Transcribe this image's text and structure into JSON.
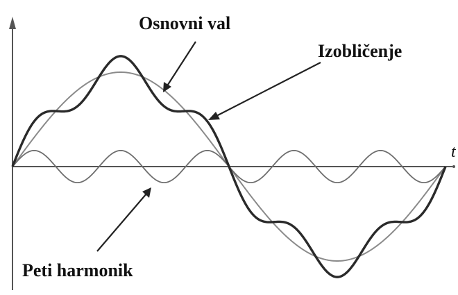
{
  "labels": {
    "fundamental": "Osnovni val",
    "distortion": "Izobličenje",
    "fifth_harmonic": "Peti harmonik",
    "time_axis": "t"
  },
  "chart_data": {
    "type": "line",
    "series": [
      {
        "name": "Osnovni val",
        "harmonic": 1,
        "amplitude": 1.0
      },
      {
        "name": "Peti harmonik",
        "harmonic": 5,
        "amplitude": 0.17
      },
      {
        "name": "Izobličenje",
        "components": [
          1,
          5
        ]
      }
    ],
    "x_range_periods": [
      0,
      1
    ],
    "grid": false
  },
  "colors": {
    "fundamental": "#8a8a8a",
    "harmonic": "#6e6e6e",
    "distorted": "#2a2a2a",
    "axis": "#555555",
    "text": "#111111"
  }
}
